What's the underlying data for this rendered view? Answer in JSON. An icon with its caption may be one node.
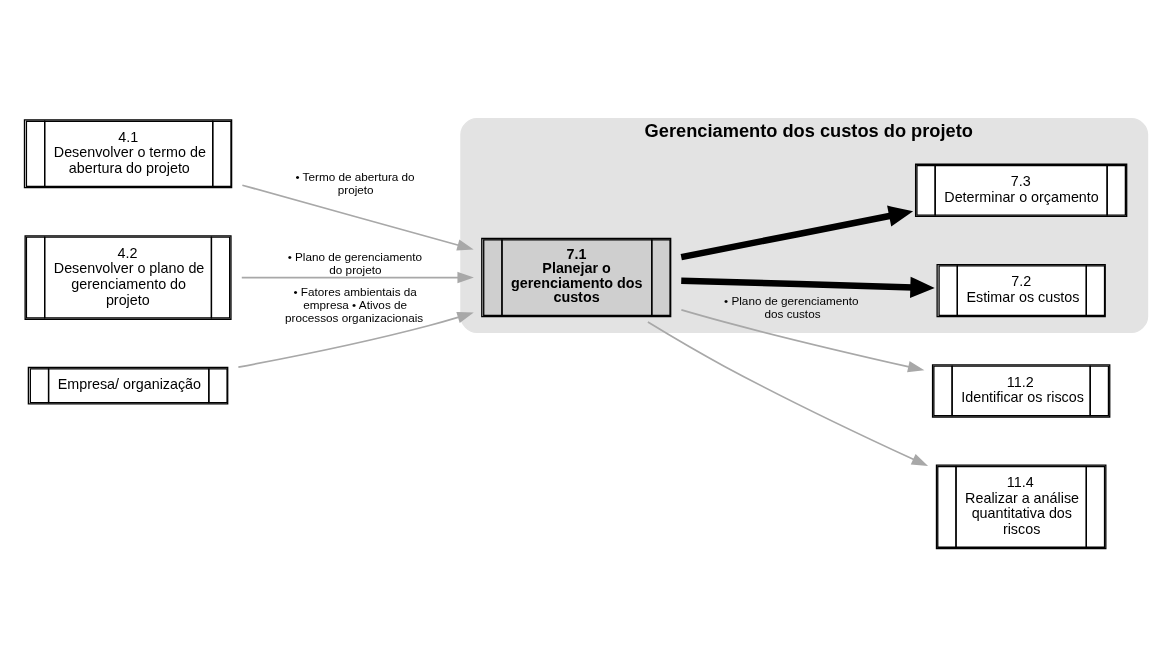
{
  "diagram": {
    "nodes": [
      {
        "text": [
          "4.1",
          "Desenvolver o termo de abertura do projeto"
        ]
      },
      {
        "text": [
          "Gerenciamento dos custos do projeto"
        ]
      },
      {
        "text": [
          "7.1",
          "Planejar o gerenciamento dos custos"
        ],
        "in": 1
      },
      {
        "text": [
          "7.2",
          "Estimar os custos"
        ],
        "in": 1
      },
      {
        "text": [
          "7.3",
          "Determinar o orçamento"
        ],
        "in": 1
      },
      {
        "text": [
          "4.2",
          "Desenvolver o plano de gerenciamento do projeto"
        ]
      },
      {
        "text": [
          "Empresa/ organização"
        ]
      },
      {
        "text": [
          "11.2",
          "Identificar os riscos"
        ]
      },
      {
        "text": [
          "11.4",
          "Realizar a análise quantitativa dos riscos"
        ]
      }
    ],
    "edges": [
      {
        "from": 0,
        "to": 2,
        "arrow": "to",
        "label": "• Termo de abertura do projeto"
      },
      {
        "from": 5,
        "to": 2,
        "arrow": "to",
        "label": "• Plano de gerenciamento do projeto"
      },
      {
        "from": 6,
        "to": 2,
        "arrow": "to",
        "label": "• Fatores ambientais da empresa • Ativos de processos organizacionais"
      },
      {
        "from": 2,
        "to": 3,
        "arrow": "to",
        "style": "thick",
        "color": "#000000"
      },
      {
        "from": 2,
        "to": 4,
        "arrow": "to",
        "style": "thick",
        "color": "#000000"
      },
      {
        "from": 2,
        "to": 7,
        "arrow": "to",
        "label": "• Plano de gerenciamento dos custos"
      },
      {
        "from": 2,
        "to": 8,
        "arrow": "to"
      }
    ]
  }
}
